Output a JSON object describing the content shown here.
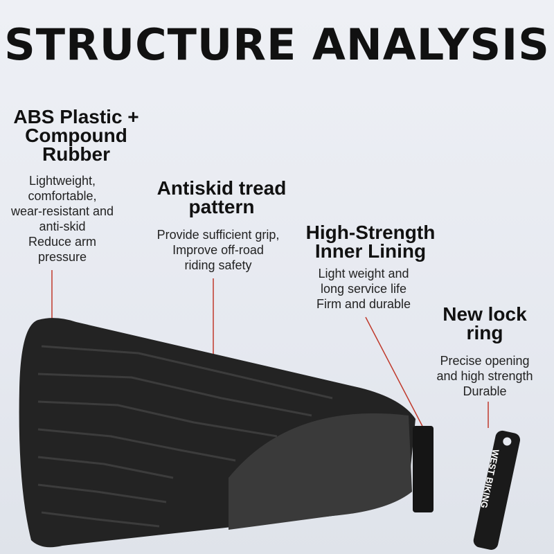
{
  "title": "STRUCTURE ANALYSIS",
  "features": [
    {
      "heading": "ABS Plastic + Compound Rubber",
      "lines": [
        "Lightweight,",
        "comfortable,",
        "wear-resistant and",
        "anti-skid",
        "Reduce arm",
        "pressure"
      ]
    },
    {
      "heading": "Antiskid tread pattern",
      "lines": [
        "Provide sufficient grip,",
        "Improve off-road",
        "riding safety"
      ]
    },
    {
      "heading": "High-Strength Inner Lining",
      "lines": [
        "Light weight and",
        "long service life",
        "Firm and durable"
      ]
    },
    {
      "heading": "New lock ring",
      "lines": [
        "Precise opening",
        "and high strength",
        "Durable"
      ]
    }
  ],
  "brand": "WEST BIKING",
  "colors": {
    "leader": "#c0392b",
    "rubber": "#1e1e1e"
  }
}
